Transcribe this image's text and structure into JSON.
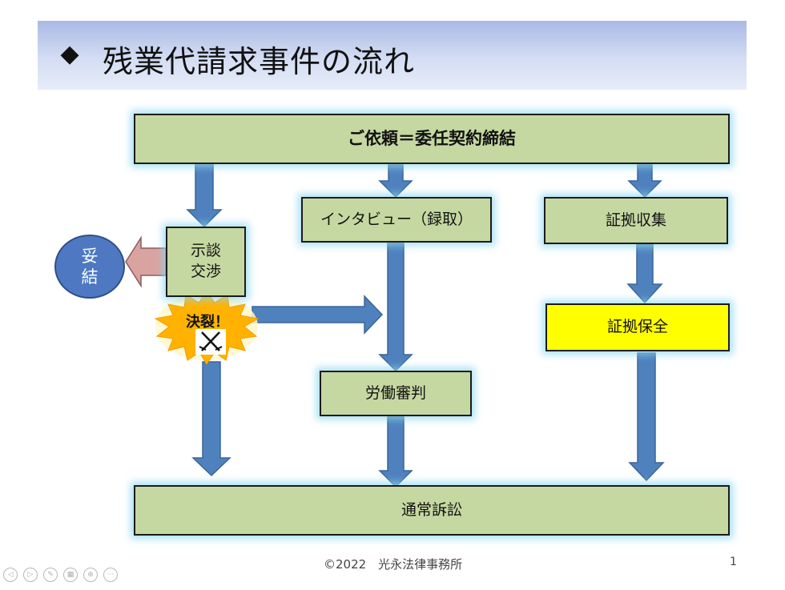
{
  "title": {
    "bullet": "◆",
    "text": "残業代請求事件の流れ"
  },
  "boxes": {
    "top": "ご依頼＝委任契約締結",
    "interview": "インタビュー（録取）",
    "evidence_collect": "証拠収集",
    "negotiation": "示談\n交渉",
    "preservation": "証拠保全",
    "labor_tribunal": "労働審判",
    "lawsuit": "通常訴訟"
  },
  "settlement": "妥\n結",
  "breakdown": "決裂！",
  "icons": {
    "breakdown_mark": "crossed-swords",
    "burst": "explosion"
  },
  "colors": {
    "box_fill": "#c6d8a1",
    "highlight_fill": "#ffff00",
    "arrow": "#4f81bd",
    "circle": "#4e79c2",
    "glow": "#8cd7f0"
  },
  "footer": "©2022　光永法律事務所",
  "page_number": "1",
  "nav": {
    "prev": "◁",
    "next": "▷",
    "pen": "✎",
    "slides": "▦",
    "zoom": "⊕",
    "more": "···"
  }
}
